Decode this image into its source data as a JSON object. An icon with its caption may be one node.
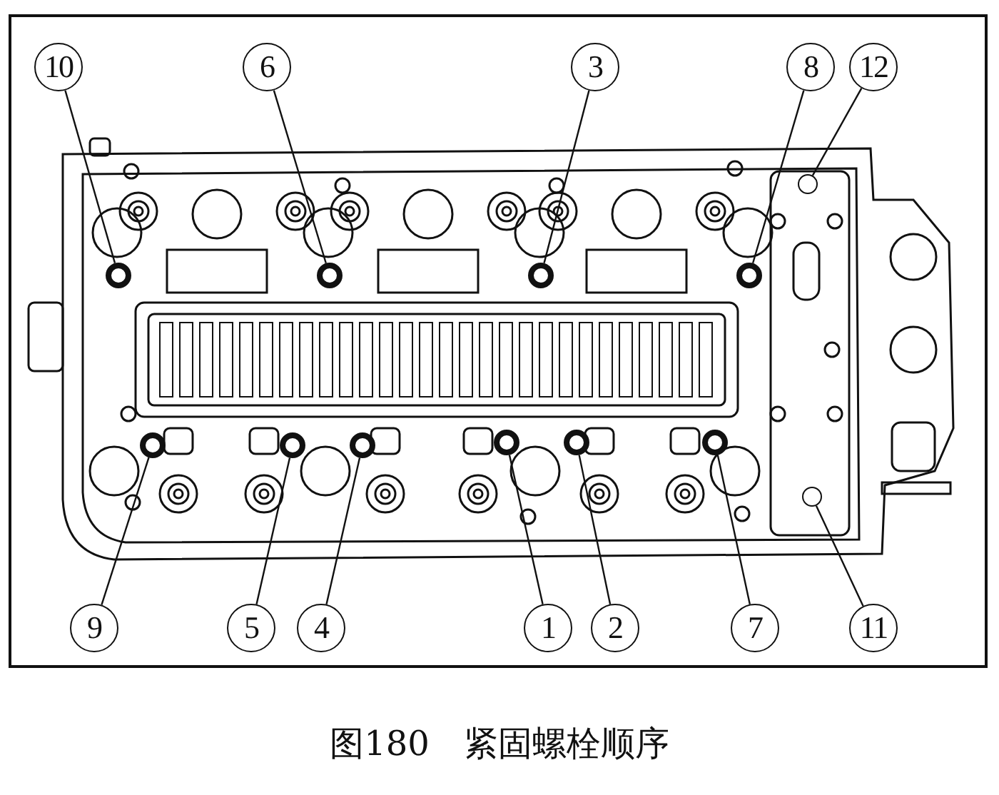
{
  "diagram": {
    "caption": "图180　紧固螺栓顺序",
    "nodes": [
      {
        "text": [
          "10"
        ]
      },
      {
        "text": [
          "6"
        ]
      },
      {
        "text": [
          "3"
        ]
      },
      {
        "text": [
          "8"
        ]
      },
      {
        "text": [
          "12"
        ]
      },
      {
        "text": [
          "9"
        ]
      },
      {
        "text": [
          "5"
        ]
      },
      {
        "text": [
          "4"
        ]
      },
      {
        "text": [
          "1"
        ]
      },
      {
        "text": [
          "2"
        ]
      },
      {
        "text": [
          "7"
        ]
      },
      {
        "text": [
          "11"
        ]
      },
      {
        "text": [],
        "shape": "circle"
      },
      {
        "text": [],
        "shape": "circle"
      },
      {
        "text": [],
        "shape": "circle"
      },
      {
        "text": [],
        "shape": "circle"
      },
      {
        "text": [],
        "shape": "circle"
      },
      {
        "text": [],
        "shape": "circle"
      },
      {
        "text": [],
        "shape": "circle"
      },
      {
        "text": [],
        "shape": "circle"
      },
      {
        "text": [],
        "shape": "circle"
      },
      {
        "text": [],
        "shape": "circle"
      },
      {
        "text": [],
        "shape": "circle"
      },
      {
        "text": [],
        "shape": "circle"
      }
    ],
    "edges": [
      {
        "from": 0,
        "to": 12,
        "arrow": "none"
      },
      {
        "from": 1,
        "to": 13,
        "arrow": "none"
      },
      {
        "from": 2,
        "to": 14,
        "arrow": "none"
      },
      {
        "from": 3,
        "to": 15,
        "arrow": "none"
      },
      {
        "from": 4,
        "to": 16,
        "arrow": "none"
      },
      {
        "from": 5,
        "to": 17,
        "arrow": "none"
      },
      {
        "from": 6,
        "to": 18,
        "arrow": "none"
      },
      {
        "from": 7,
        "to": 19,
        "arrow": "none"
      },
      {
        "from": 8,
        "to": 20,
        "arrow": "none"
      },
      {
        "from": 9,
        "to": 21,
        "arrow": "none"
      },
      {
        "from": 10,
        "to": 22,
        "arrow": "none"
      },
      {
        "from": 11,
        "to": 23,
        "arrow": "none"
      }
    ]
  }
}
